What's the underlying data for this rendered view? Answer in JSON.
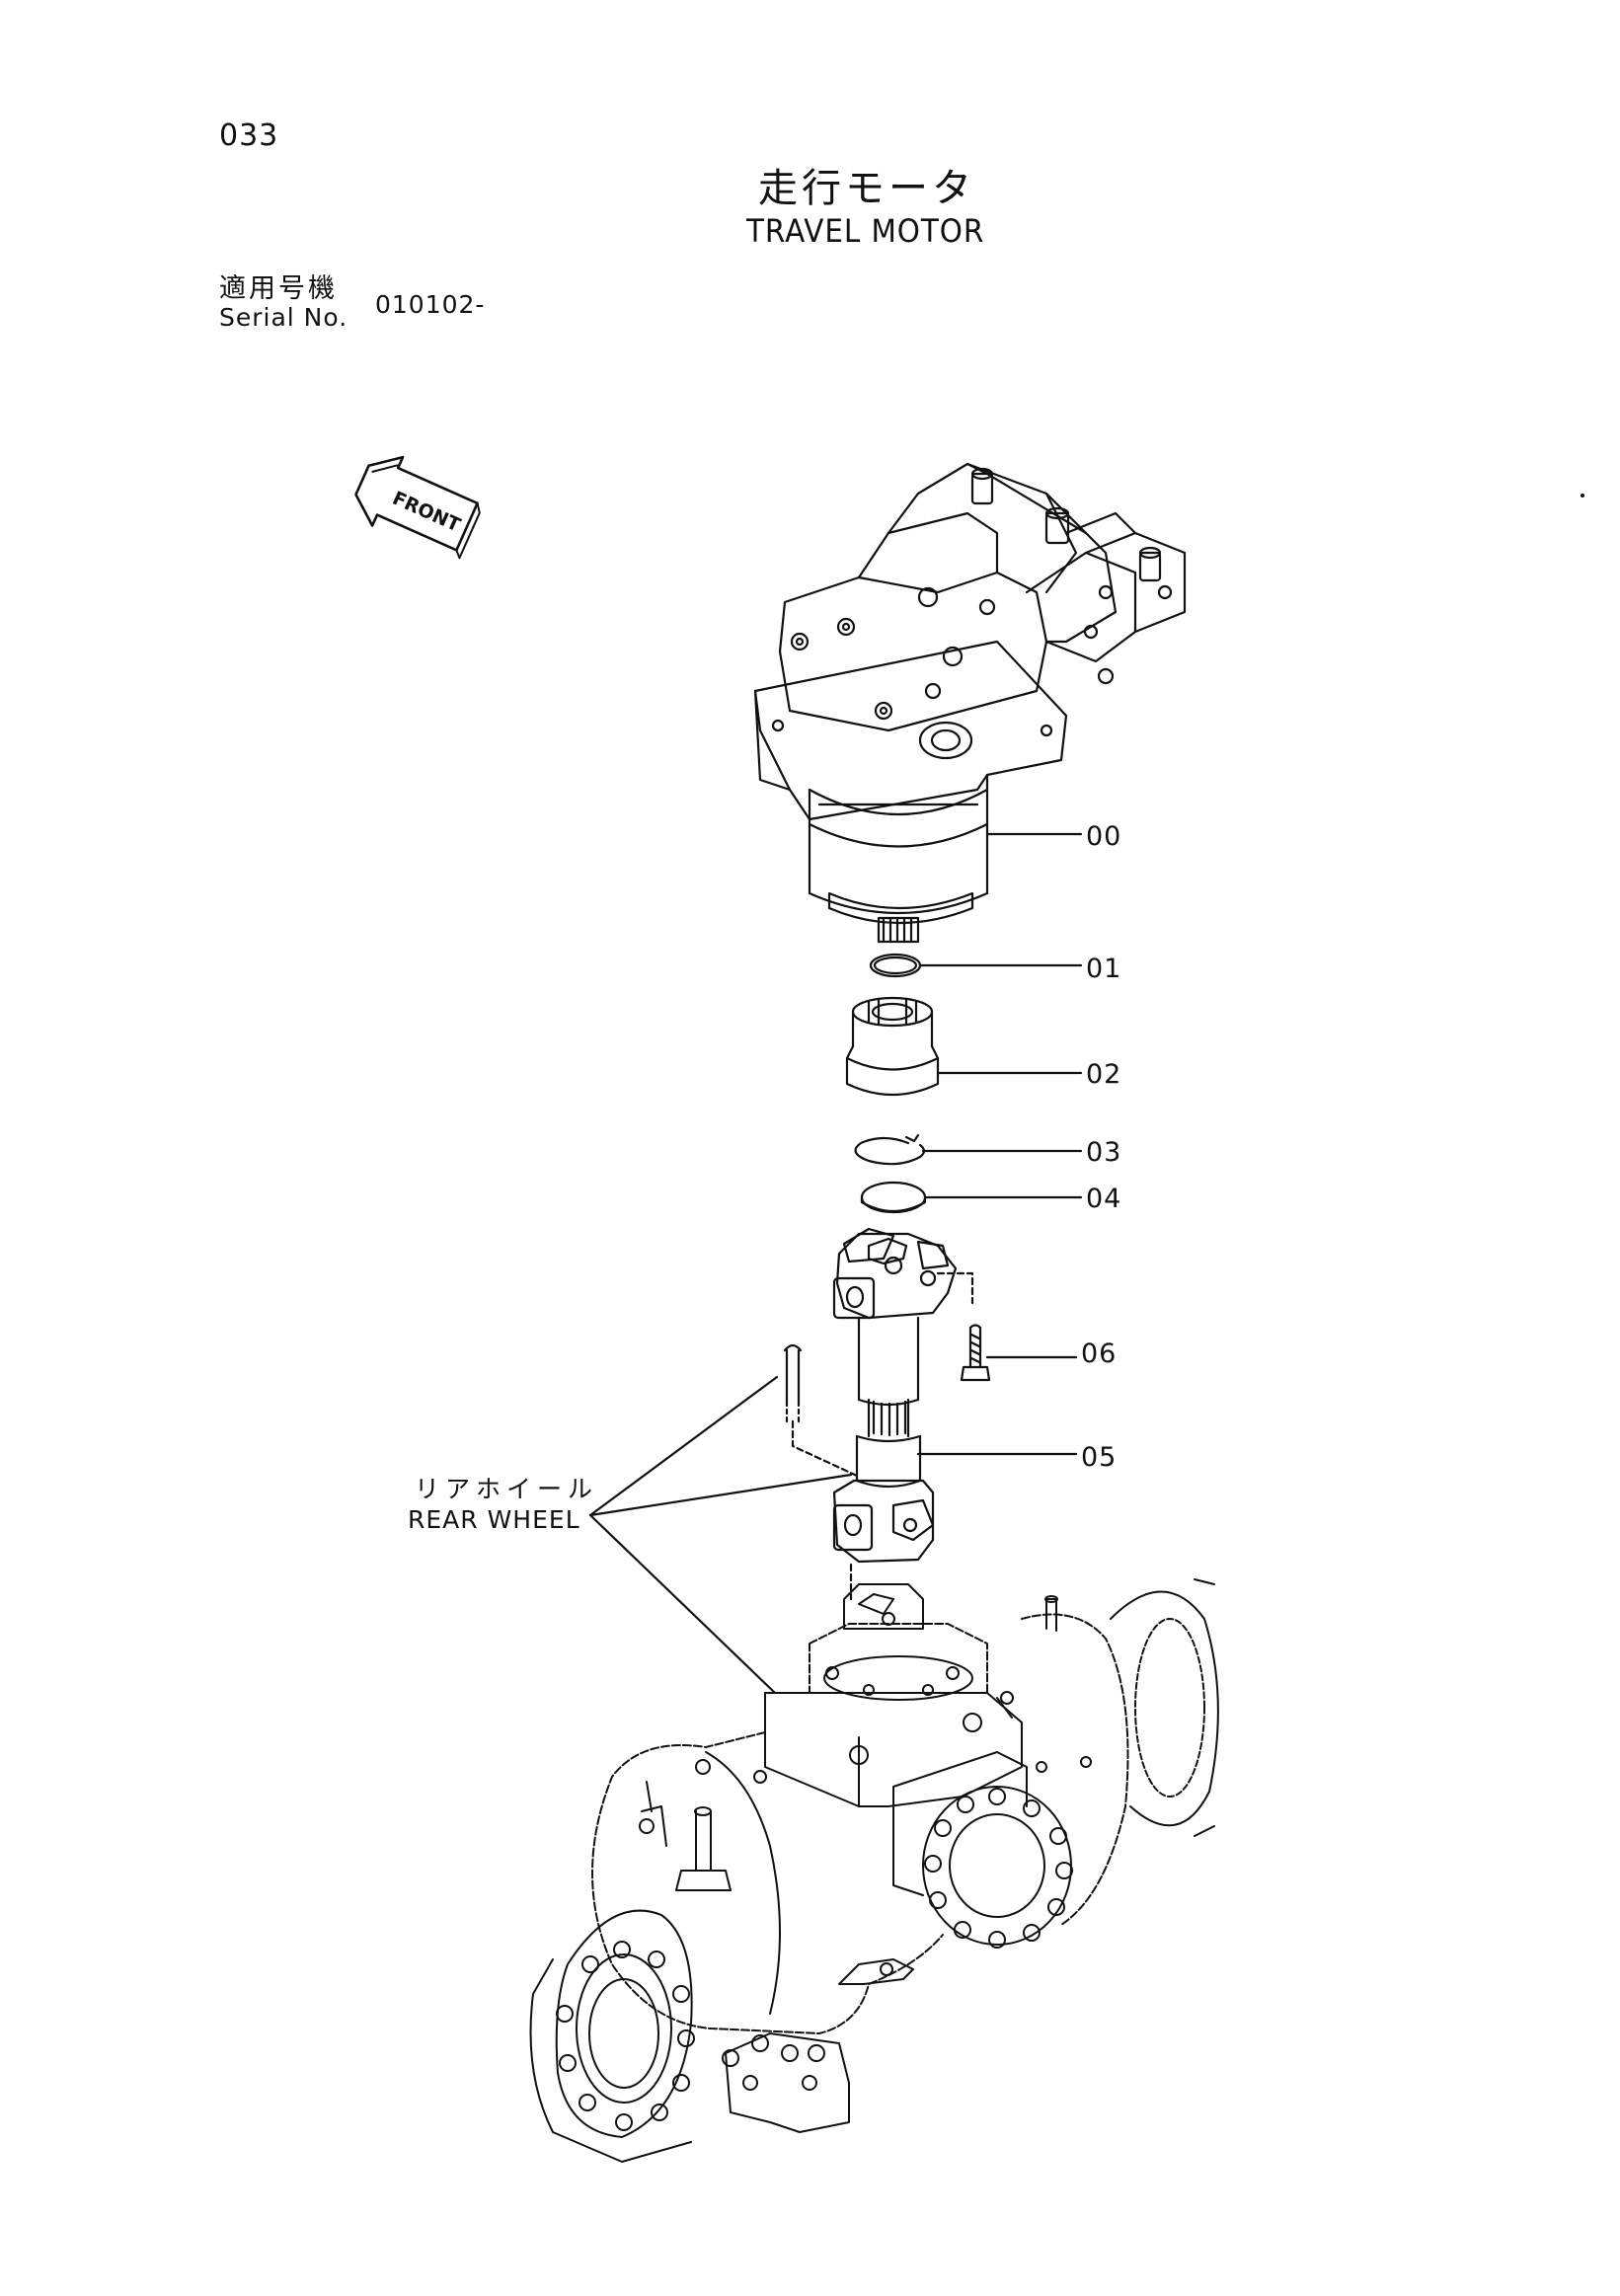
{
  "page_number": "033",
  "title": {
    "jp": "走行モータ",
    "en": "TRAVEL MOTOR"
  },
  "serial": {
    "label_jp": "適用号機",
    "label_en": "Serial No.",
    "value": "010102-"
  },
  "direction_marker": {
    "label": "FRONT",
    "icon": "arrow-icon"
  },
  "callouts": [
    {
      "id": "00"
    },
    {
      "id": "01"
    },
    {
      "id": "02"
    },
    {
      "id": "03"
    },
    {
      "id": "04"
    },
    {
      "id": "06"
    },
    {
      "id": "05"
    }
  ],
  "rear_wheel": {
    "jp": "リアホイール",
    "en": "REAR WHEEL"
  },
  "colors": {
    "ink": "#111111",
    "paper": "#ffffff"
  }
}
